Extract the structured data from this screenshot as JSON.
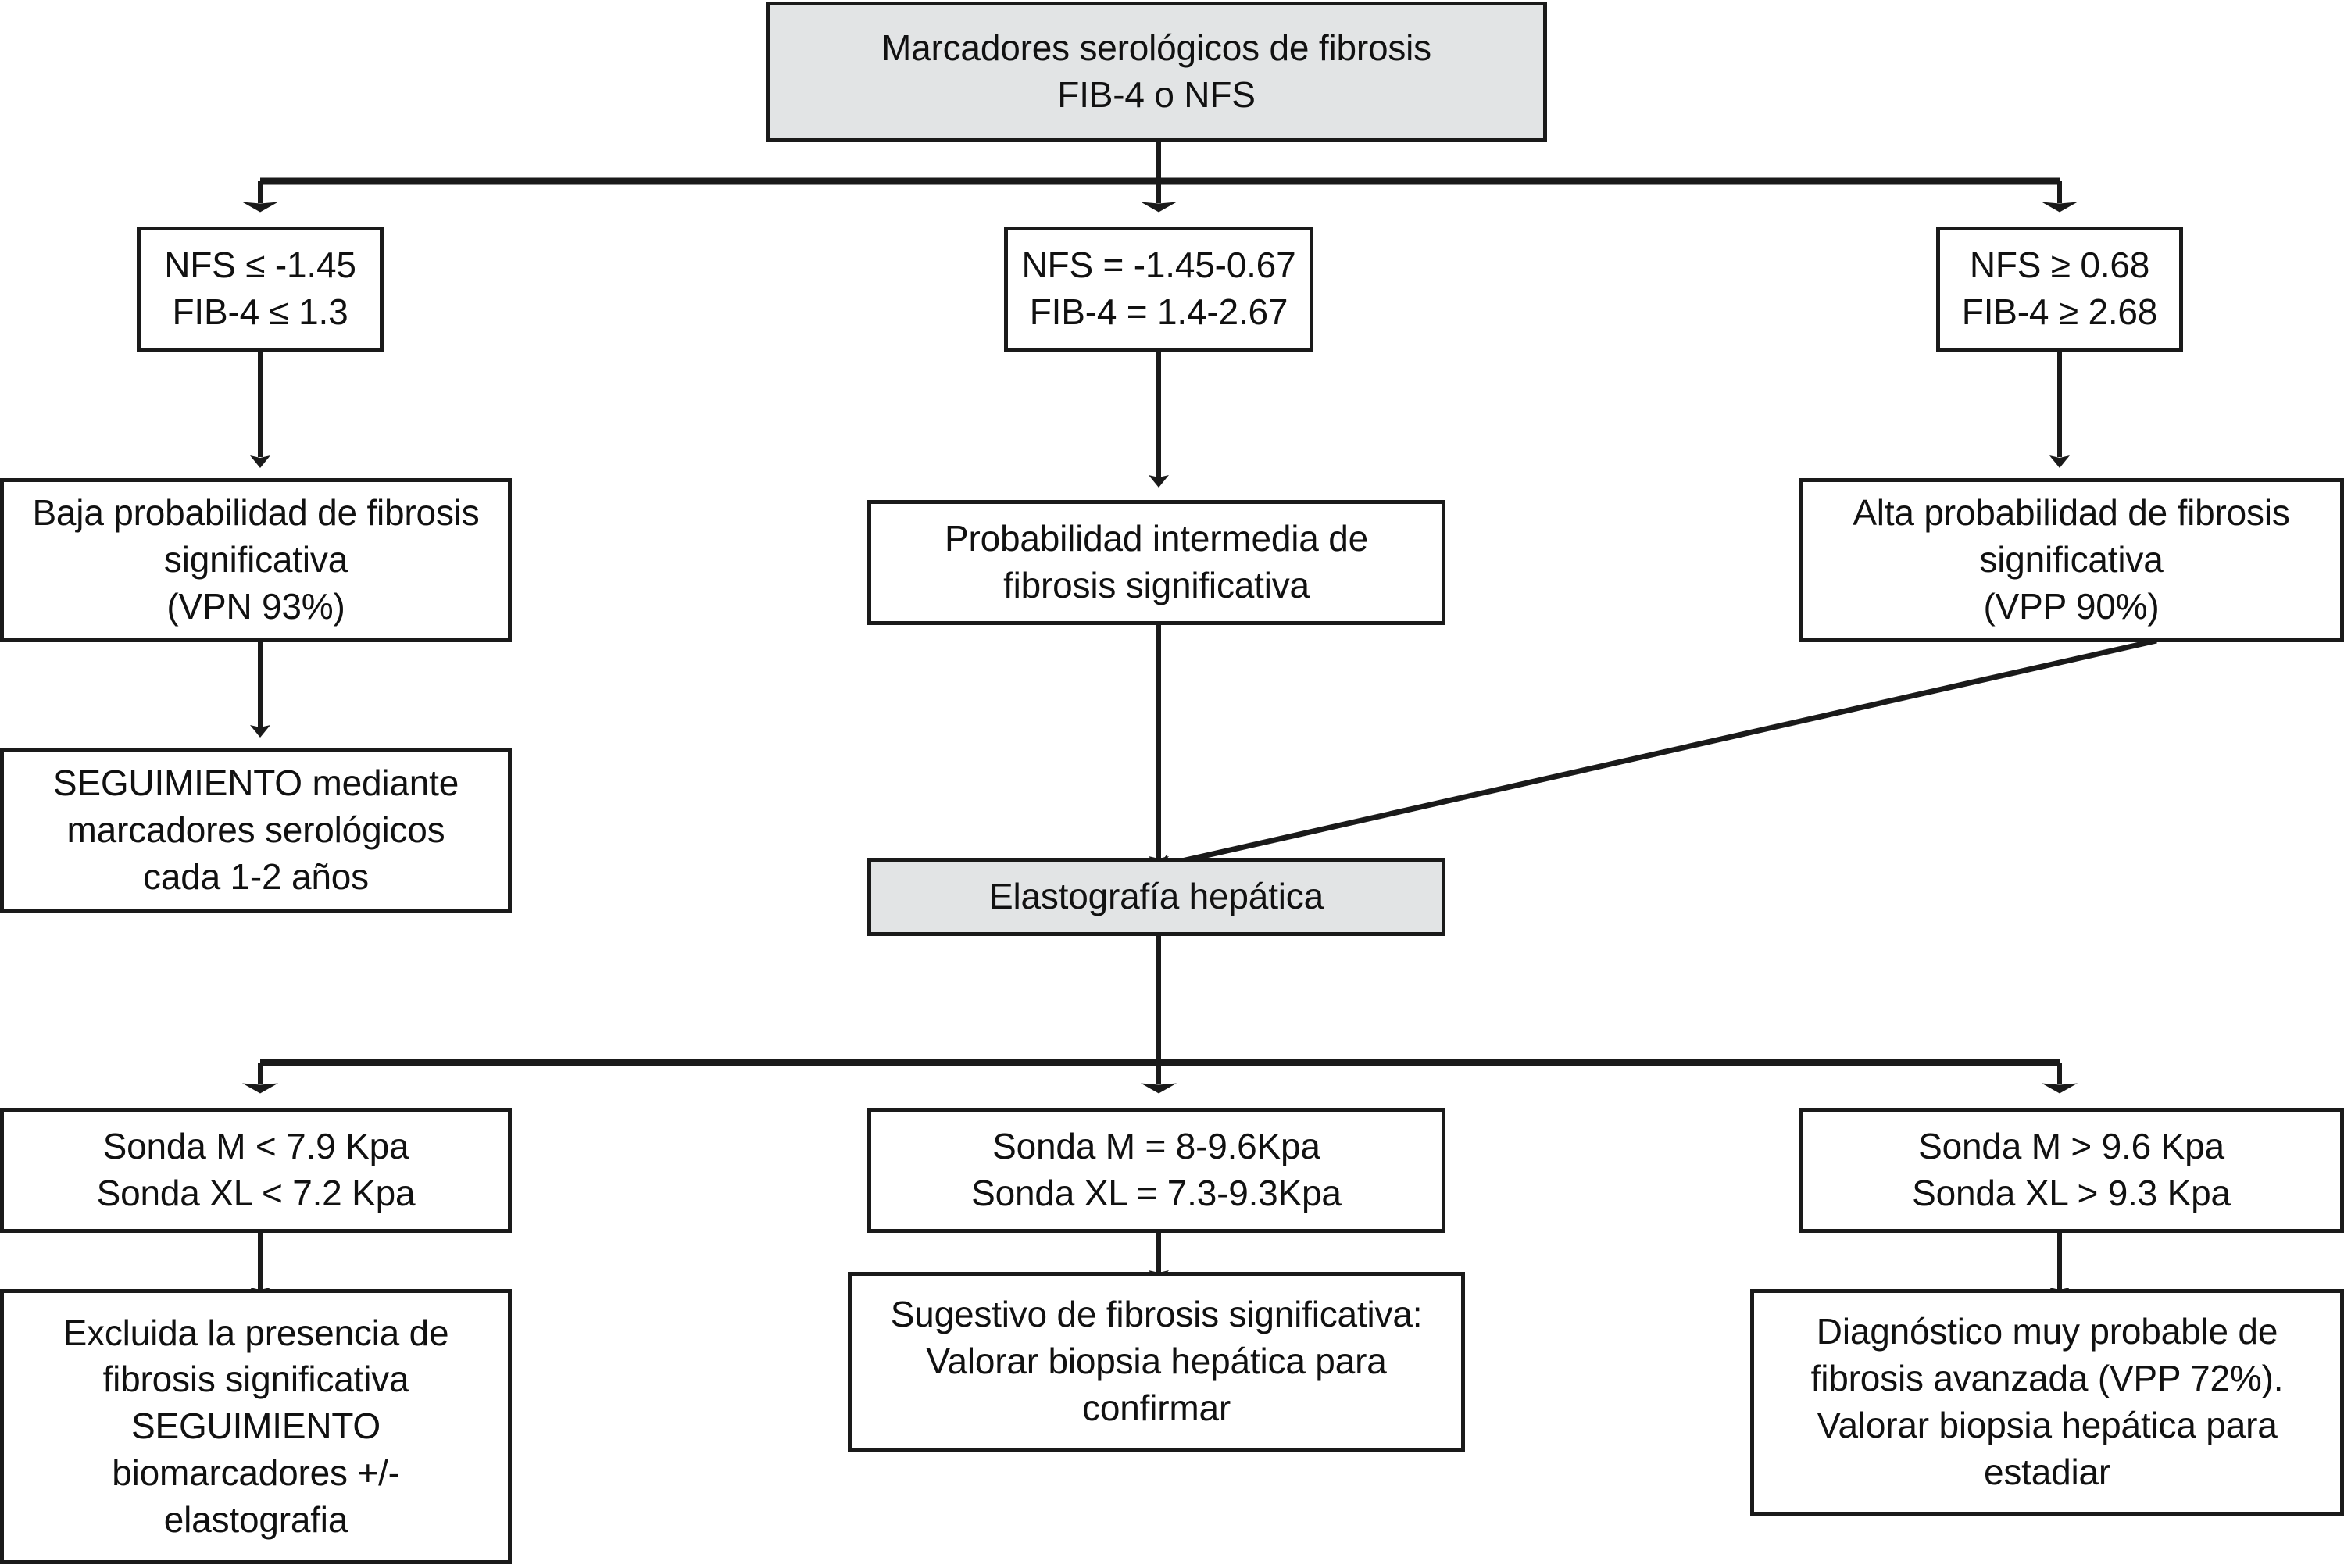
{
  "diagram": {
    "title": "Marcadores serológicos de fibrosis FIB-4 o NFS",
    "language": "es",
    "colors": {
      "stroke": "#1a1a1a",
      "shaded_fill": "#e2e4e5",
      "plain_fill": "#ffffff",
      "text": "#111111"
    }
  },
  "nodes": {
    "root": {
      "label": "Marcadores serológicos de fibrosis\nFIB-4 o NFS",
      "style": "shaded"
    },
    "criteria_low": {
      "label": "NFS ≤ -1.45\nFIB-4 ≤ 1.3",
      "style": "plain"
    },
    "criteria_mid": {
      "label": "NFS = -1.45-0.67\nFIB-4 = 1.4-2.67",
      "style": "plain"
    },
    "criteria_high": {
      "label": "NFS ≥ 0.68\nFIB-4 ≥ 2.68",
      "style": "plain"
    },
    "prob_low": {
      "label": "Baja probabilidad de fibrosis\nsignificativa\n(VPN 93%)",
      "style": "plain"
    },
    "prob_mid": {
      "label": "Probabilidad intermedia de\nfibrosis significativa",
      "style": "plain"
    },
    "prob_high": {
      "label": "Alta probabilidad de fibrosis\nsignificativa\n(VPP 90%)",
      "style": "plain"
    },
    "followup": {
      "label": "SEGUIMIENTO mediante\nmarcadores serológicos\ncada 1-2 años",
      "style": "plain"
    },
    "elastography": {
      "label": "Elastografía hepática",
      "style": "shaded"
    },
    "probe_low": {
      "label": "Sonda M < 7.9 Kpa\nSonda XL < 7.2 Kpa",
      "style": "plain"
    },
    "probe_mid": {
      "label": "Sonda M = 8-9.6Kpa\nSonda XL = 7.3-9.3Kpa",
      "style": "plain"
    },
    "probe_high": {
      "label": "Sonda M > 9.6 Kpa\nSonda XL > 9.3 Kpa",
      "style": "plain"
    },
    "outcome_low": {
      "label": "Excluida la presencia de\nfibrosis significativa\nSEGUIMIENTO\nbiomarcadores +/-\nelastografia",
      "style": "plain"
    },
    "outcome_mid": {
      "label": "Sugestivo de fibrosis significativa:\nValorar biopsia hepática para\nconfirmar",
      "style": "plain"
    },
    "outcome_high": {
      "label": "Diagnóstico muy probable de\nfibrosis avanzada (VPP 72%).\nValorar biopsia hepática para\nestadiar",
      "style": "plain"
    }
  },
  "edges": [
    {
      "from": "root",
      "to": "criteria_low",
      "kind": "branch-down"
    },
    {
      "from": "root",
      "to": "criteria_mid",
      "kind": "branch-down"
    },
    {
      "from": "root",
      "to": "criteria_high",
      "kind": "branch-down"
    },
    {
      "from": "criteria_low",
      "to": "prob_low",
      "kind": "straight-down"
    },
    {
      "from": "criteria_mid",
      "to": "prob_mid",
      "kind": "straight-down"
    },
    {
      "from": "criteria_high",
      "to": "prob_high",
      "kind": "straight-down"
    },
    {
      "from": "prob_low",
      "to": "followup",
      "kind": "straight-down"
    },
    {
      "from": "prob_mid",
      "to": "elastography",
      "kind": "straight-down"
    },
    {
      "from": "prob_high",
      "to": "elastography",
      "kind": "diagonal"
    },
    {
      "from": "elastography",
      "to": "probe_low",
      "kind": "branch-down"
    },
    {
      "from": "elastography",
      "to": "probe_mid",
      "kind": "branch-down"
    },
    {
      "from": "elastography",
      "to": "probe_high",
      "kind": "branch-down"
    },
    {
      "from": "probe_low",
      "to": "outcome_low",
      "kind": "straight-down"
    },
    {
      "from": "probe_mid",
      "to": "outcome_mid",
      "kind": "straight-down"
    },
    {
      "from": "probe_high",
      "to": "outcome_high",
      "kind": "straight-down"
    }
  ]
}
